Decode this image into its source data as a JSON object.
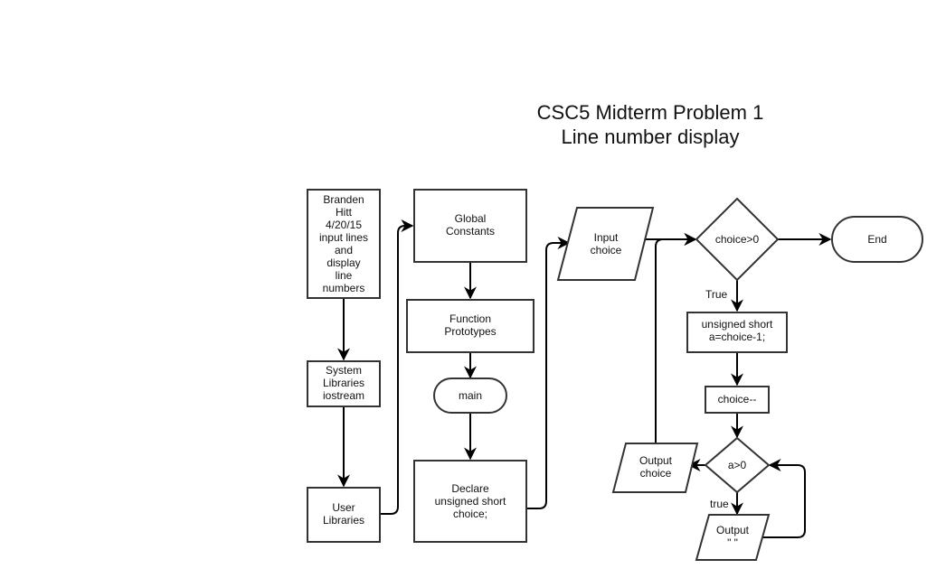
{
  "title": {
    "line1": "CSC5 Midterm Problem 1",
    "line2": "Line number display"
  },
  "nodes": {
    "header": [
      "Branden",
      "Hitt",
      "4/20/15",
      "input lines",
      "and",
      "display",
      "line",
      "numbers"
    ],
    "system_libraries": [
      "System",
      "Libraries",
      "iostream"
    ],
    "user_libraries": [
      "User",
      "Libraries"
    ],
    "global_constants": [
      "Global",
      "Constants"
    ],
    "function_prototypes": [
      "Function",
      "Prototypes"
    ],
    "main": [
      "main"
    ],
    "declare": [
      "Declare",
      "unsigned short",
      "choice;"
    ],
    "input_choice": [
      "Input",
      "choice"
    ],
    "decision_choice": [
      "choice>0"
    ],
    "end": [
      "End"
    ],
    "assign_a": [
      "unsigned short",
      "a=choice-1;"
    ],
    "decrement": [
      "choice--"
    ],
    "decision_a": [
      "a>0"
    ],
    "output_choice": [
      "Output",
      "choice"
    ],
    "output_space": [
      "Output",
      "\" \""
    ]
  },
  "edge_labels": {
    "choice_true": "True",
    "a_true": "true"
  },
  "colors": {
    "stroke": "#333333",
    "edge": "#000000",
    "fill": "#ffffff"
  }
}
